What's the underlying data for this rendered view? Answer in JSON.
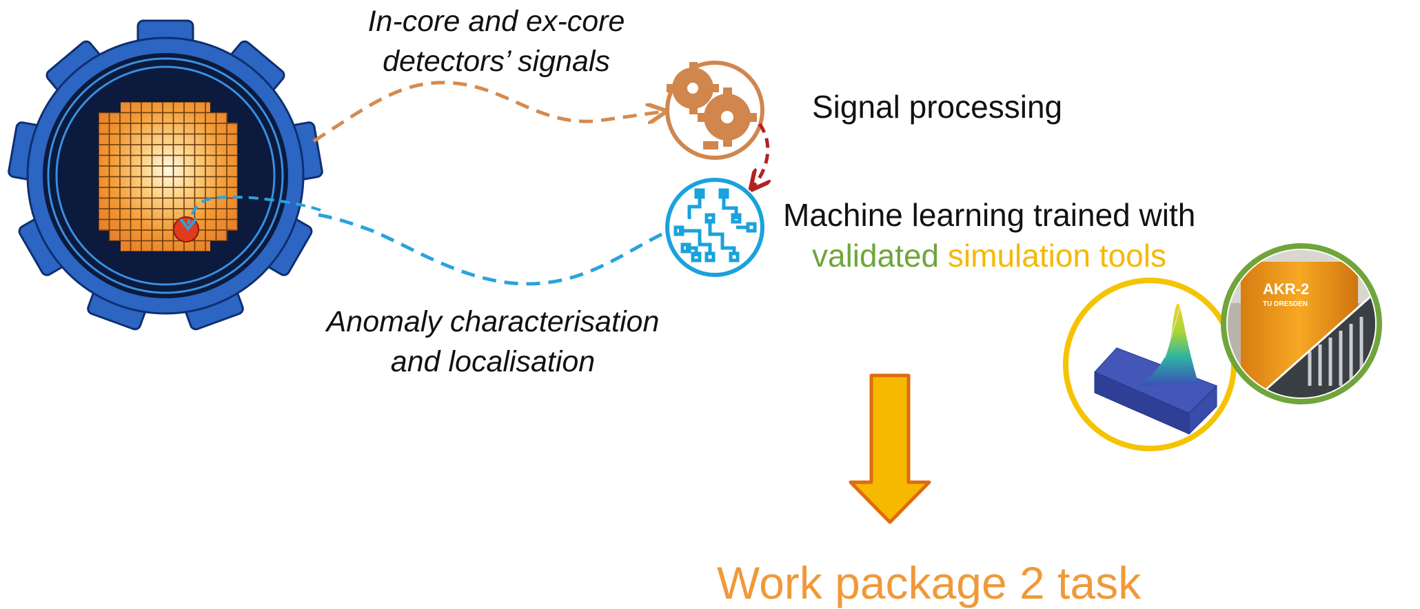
{
  "labels": {
    "detectors_line1": "In-core and ex-core",
    "detectors_line2": "detectors’ signals",
    "anomaly_line1": "Anomaly characterisation",
    "anomaly_line2": "and localisation",
    "signal_processing": "Signal processing",
    "ml_line1": "Machine learning trained with",
    "ml_word_validated": "validated",
    "ml_word_tools": "simulation tools",
    "work_package": "Work package 2 task"
  },
  "photo": {
    "reactor_label_main": "AKR-2",
    "reactor_label_sub": "TU DRESDEN"
  },
  "icons": [
    "reactor-core-icon",
    "gears-icon",
    "neural-circuit-icon",
    "down-arrow-icon",
    "flux-3d-plot-icon",
    "reactor-photo"
  ],
  "colors": {
    "detector_arrow": "#d58a4e",
    "anomaly_arrow": "#2aa3dc",
    "process_arrow": "#b22222",
    "validated": "#6fa53a",
    "simulation_tools": "#f5b800",
    "work_package": "#f0993a",
    "reactor_blue": "#2c65c2",
    "core_orange": "#f09a35"
  }
}
